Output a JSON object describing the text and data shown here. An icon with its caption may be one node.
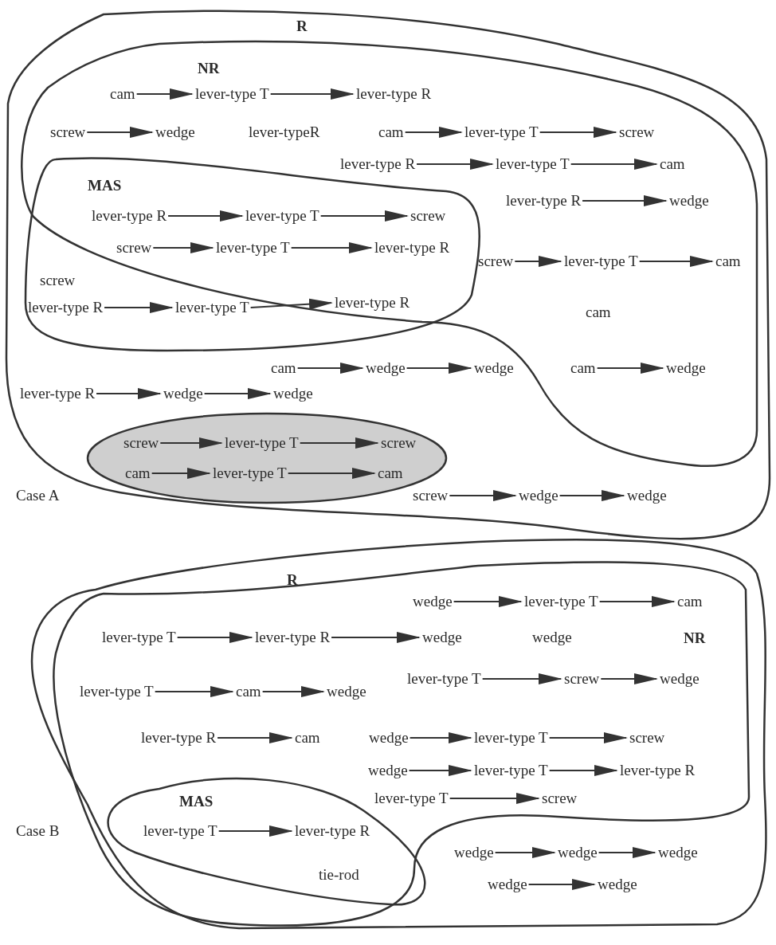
{
  "diagram": {
    "nodes": [
      {
        "text": [
          "R"
        ]
      },
      {
        "text": [
          "NR"
        ],
        "in": 0
      },
      {
        "text": [
          "MAS"
        ],
        "in": 1
      },
      {
        "text": [],
        "shape": "ellipse",
        "in": 0
      },
      {
        "text": [
          "cam"
        ],
        "in": 1
      },
      {
        "text": [
          "lever-type T"
        ],
        "in": 1
      },
      {
        "text": [
          "lever-type R"
        ],
        "in": 1
      },
      {
        "text": [
          "screw"
        ],
        "in": 1
      },
      {
        "text": [
          "wedge"
        ],
        "in": 1
      },
      {
        "text": [
          "cam"
        ],
        "in": 1
      },
      {
        "text": [
          "lever-type T"
        ],
        "in": 1
      },
      {
        "text": [
          "screw"
        ],
        "in": 1
      },
      {
        "text": [
          "lever-type R"
        ],
        "in": 1
      },
      {
        "text": [
          "lever-type T"
        ],
        "in": 1
      },
      {
        "text": [
          "cam"
        ],
        "in": 1
      },
      {
        "text": [
          "lever-type R"
        ],
        "in": 1
      },
      {
        "text": [
          "wedge"
        ],
        "in": 1
      },
      {
        "text": [
          "lever-type R"
        ],
        "in": 2
      },
      {
        "text": [
          "lever-type T"
        ],
        "in": 2
      },
      {
        "text": [
          "screw"
        ],
        "in": 2
      },
      {
        "text": [
          "screw"
        ],
        "in": 2
      },
      {
        "text": [
          "lever-type T"
        ],
        "in": 2
      },
      {
        "text": [
          "lever-type R"
        ],
        "in": 2
      },
      {
        "text": [
          "screw"
        ],
        "in": 1
      },
      {
        "text": [
          "lever-type T"
        ],
        "in": 1
      },
      {
        "text": [
          "cam"
        ],
        "in": 1
      },
      {
        "text": [
          "lever-type R"
        ],
        "in": 2
      },
      {
        "text": [
          "lever-type T"
        ],
        "in": 2
      },
      {
        "text": [
          "lever-type R"
        ],
        "in": 2
      },
      {
        "text": [
          "cam"
        ],
        "in": 0
      },
      {
        "text": [
          "wedge"
        ],
        "in": 0
      },
      {
        "text": [
          "wedge"
        ],
        "in": 0
      },
      {
        "text": [
          "cam"
        ],
        "in": 1
      },
      {
        "text": [
          "wedge"
        ],
        "in": 1
      },
      {
        "text": [
          "lever-type R"
        ],
        "in": 0
      },
      {
        "text": [
          "wedge"
        ],
        "in": 0
      },
      {
        "text": [
          "wedge"
        ],
        "in": 0
      },
      {
        "text": [
          "screw"
        ],
        "in": 3
      },
      {
        "text": [
          "lever-type T"
        ],
        "in": 3
      },
      {
        "text": [
          "screw"
        ],
        "in": 3
      },
      {
        "text": [
          "cam"
        ],
        "in": 3
      },
      {
        "text": [
          "lever-type T"
        ],
        "in": 3
      },
      {
        "text": [
          "cam"
        ],
        "in": 3
      },
      {
        "text": [
          "screw"
        ],
        "in": 0
      },
      {
        "text": [
          "wedge"
        ],
        "in": 0
      },
      {
        "text": [
          "wedge"
        ],
        "in": 0
      },
      {
        "text": [
          "R"
        ]
      },
      {
        "text": [
          "NR"
        ],
        "in": 46
      },
      {
        "text": [
          "MAS"
        ],
        "in": 47
      },
      {
        "text": [
          "wedge"
        ],
        "in": 47
      },
      {
        "text": [
          "lever-type T"
        ],
        "in": 47
      },
      {
        "text": [
          "cam"
        ],
        "in": 47
      },
      {
        "text": [
          "lever-type T"
        ],
        "in": 47
      },
      {
        "text": [
          "lever-type R"
        ],
        "in": 47
      },
      {
        "text": [
          "wedge"
        ],
        "in": 47
      },
      {
        "text": [
          "lever-type T"
        ],
        "in": 47
      },
      {
        "text": [
          "screw"
        ],
        "in": 47
      },
      {
        "text": [
          "wedge"
        ],
        "in": 47
      },
      {
        "text": [
          "lever-type T"
        ],
        "in": 47
      },
      {
        "text": [
          "cam"
        ],
        "in": 47
      },
      {
        "text": [
          "wedge"
        ],
        "in": 47
      },
      {
        "text": [
          "lever-type R"
        ],
        "in": 47
      },
      {
        "text": [
          "cam"
        ],
        "in": 47
      },
      {
        "text": [
          "wedge"
        ],
        "in": 47
      },
      {
        "text": [
          "lever-type T"
        ],
        "in": 47
      },
      {
        "text": [
          "screw"
        ],
        "in": 47
      },
      {
        "text": [
          "wedge"
        ],
        "in": 47
      },
      {
        "text": [
          "lever-type T"
        ],
        "in": 47
      },
      {
        "text": [
          "lever-type R"
        ],
        "in": 47
      },
      {
        "text": [
          "lever-type T"
        ],
        "in": 47
      },
      {
        "text": [
          "screw"
        ],
        "in": 47
      },
      {
        "text": [
          "lever-type T"
        ],
        "in": 48
      },
      {
        "text": [
          "lever-type R"
        ],
        "in": 48
      },
      {
        "text": [
          "wedge"
        ],
        "in": 46
      },
      {
        "text": [
          "wedge"
        ],
        "in": 46
      },
      {
        "text": [
          "wedge"
        ],
        "in": 46
      },
      {
        "text": [
          "wedge"
        ],
        "in": 46
      },
      {
        "text": [
          "wedge"
        ],
        "in": 46
      }
    ],
    "edges": [
      {
        "from": 4,
        "to": 5,
        "arrow": "to"
      },
      {
        "from": 5,
        "to": 6,
        "arrow": "to"
      },
      {
        "from": 7,
        "to": 8,
        "arrow": "to"
      },
      {
        "from": 9,
        "to": 10,
        "arrow": "to"
      },
      {
        "from": 10,
        "to": 11,
        "arrow": "to"
      },
      {
        "from": 12,
        "to": 13,
        "arrow": "to"
      },
      {
        "from": 13,
        "to": 14,
        "arrow": "to"
      },
      {
        "from": 15,
        "to": 16,
        "arrow": "to"
      },
      {
        "from": 17,
        "to": 18,
        "arrow": "to"
      },
      {
        "from": 18,
        "to": 19,
        "arrow": "to"
      },
      {
        "from": 20,
        "to": 21,
        "arrow": "to"
      },
      {
        "from": 21,
        "to": 22,
        "arrow": "to"
      },
      {
        "from": 23,
        "to": 24,
        "arrow": "to"
      },
      {
        "from": 24,
        "to": 25,
        "arrow": "to"
      },
      {
        "from": 26,
        "to": 27,
        "arrow": "to"
      },
      {
        "from": 27,
        "to": 28,
        "arrow": "to"
      },
      {
        "from": 29,
        "to": 30,
        "arrow": "to"
      },
      {
        "from": 30,
        "to": 31,
        "arrow": "to"
      },
      {
        "from": 32,
        "to": 33,
        "arrow": "to"
      },
      {
        "from": 34,
        "to": 35,
        "arrow": "to"
      },
      {
        "from": 35,
        "to": 36,
        "arrow": "to"
      },
      {
        "from": 37,
        "to": 38,
        "arrow": "to"
      },
      {
        "from": 38,
        "to": 39,
        "arrow": "to"
      },
      {
        "from": 40,
        "to": 41,
        "arrow": "to"
      },
      {
        "from": 41,
        "to": 42,
        "arrow": "to"
      },
      {
        "from": 43,
        "to": 44,
        "arrow": "to"
      },
      {
        "from": 44,
        "to": 45,
        "arrow": "to"
      },
      {
        "from": 49,
        "to": 50,
        "arrow": "to"
      },
      {
        "from": 50,
        "to": 51,
        "arrow": "to"
      },
      {
        "from": 52,
        "to": 53,
        "arrow": "to"
      },
      {
        "from": 53,
        "to": 54,
        "arrow": "to"
      },
      {
        "from": 55,
        "to": 56,
        "arrow": "to"
      },
      {
        "from": 56,
        "to": 57,
        "arrow": "to"
      },
      {
        "from": 58,
        "to": 59,
        "arrow": "to"
      },
      {
        "from": 59,
        "to": 60,
        "arrow": "to"
      },
      {
        "from": 61,
        "to": 62,
        "arrow": "to"
      },
      {
        "from": 63,
        "to": 64,
        "arrow": "to"
      },
      {
        "from": 64,
        "to": 65,
        "arrow": "to"
      },
      {
        "from": 66,
        "to": 67,
        "arrow": "to"
      },
      {
        "from": 67,
        "to": 68,
        "arrow": "to"
      },
      {
        "from": 69,
        "to": 70,
        "arrow": "to"
      },
      {
        "from": 71,
        "to": 72,
        "arrow": "to"
      },
      {
        "from": 73,
        "to": 74,
        "arrow": "to"
      },
      {
        "from": 74,
        "to": 75,
        "arrow": "to"
      },
      {
        "from": 76,
        "to": 77,
        "arrow": "to"
      }
    ],
    "labels": [
      "lever-typeR",
      "screw",
      "cam",
      "Case A",
      "wedge",
      "Case B",
      "tie-rod"
    ]
  }
}
